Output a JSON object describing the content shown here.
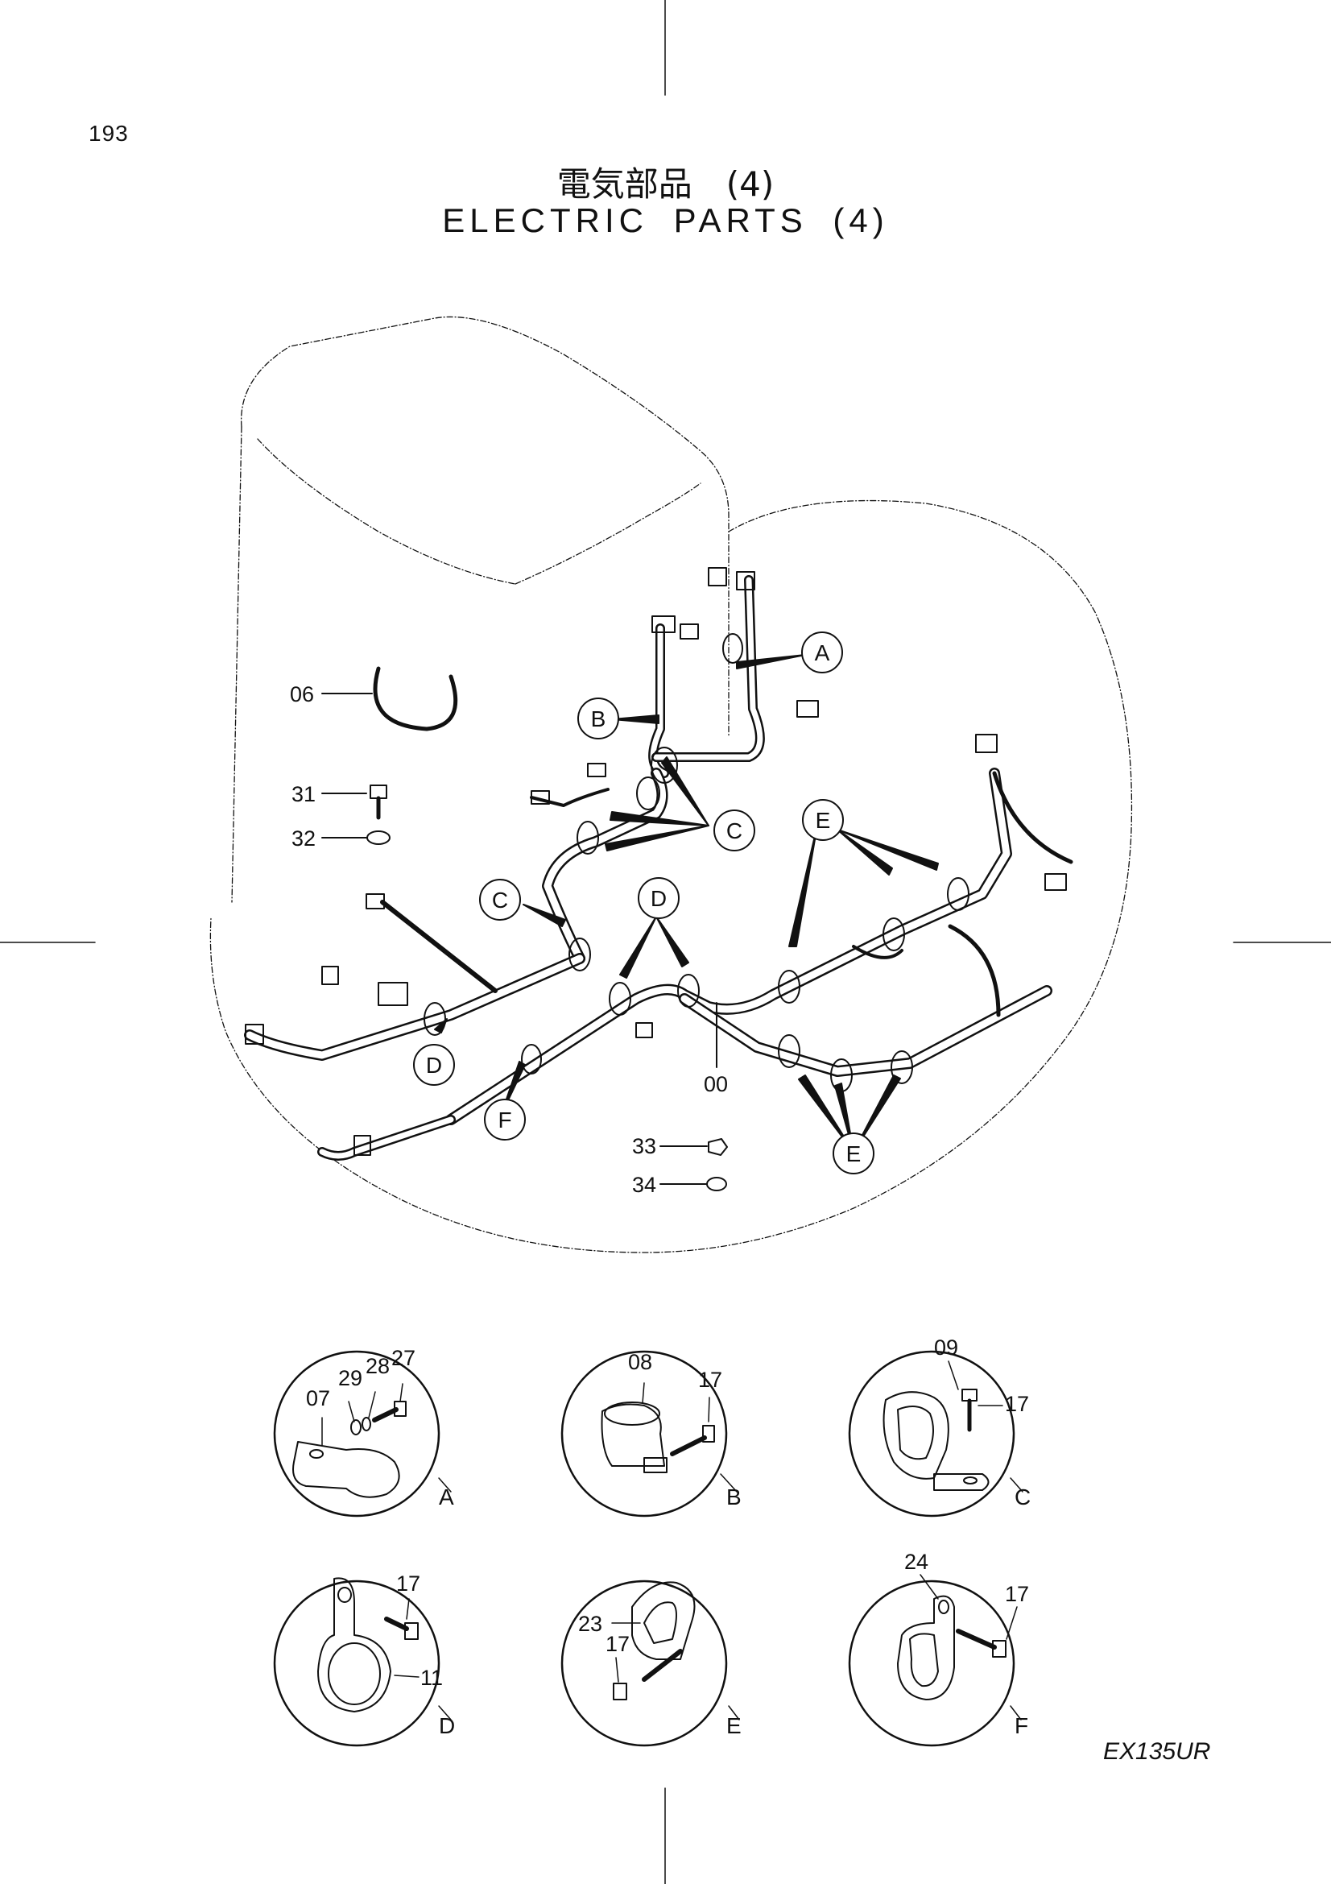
{
  "page": {
    "page_number": "193",
    "title_ja": "電気部品　(4)",
    "title_en": "ELECTRIC PARTS (4)",
    "model": "EX135UR"
  },
  "main_labels": {
    "l06": "06",
    "l31": "31",
    "l32": "32",
    "l00": "00",
    "l33": "33",
    "l34": "34"
  },
  "callouts": {
    "A": "A",
    "B": "B",
    "C": "C",
    "D": "D",
    "E": "E",
    "F": "F"
  },
  "details": [
    {
      "letter": "A",
      "parts": [
        "07",
        "29",
        "28",
        "27"
      ]
    },
    {
      "letter": "B",
      "parts": [
        "08",
        "17"
      ]
    },
    {
      "letter": "C",
      "parts": [
        "09",
        "17"
      ]
    },
    {
      "letter": "D",
      "parts": [
        "17",
        "11"
      ]
    },
    {
      "letter": "E",
      "parts": [
        "23",
        "17"
      ]
    },
    {
      "letter": "F",
      "parts": [
        "24",
        "17"
      ]
    }
  ],
  "colors": {
    "ink": "#111111",
    "background": "#ffffff"
  }
}
